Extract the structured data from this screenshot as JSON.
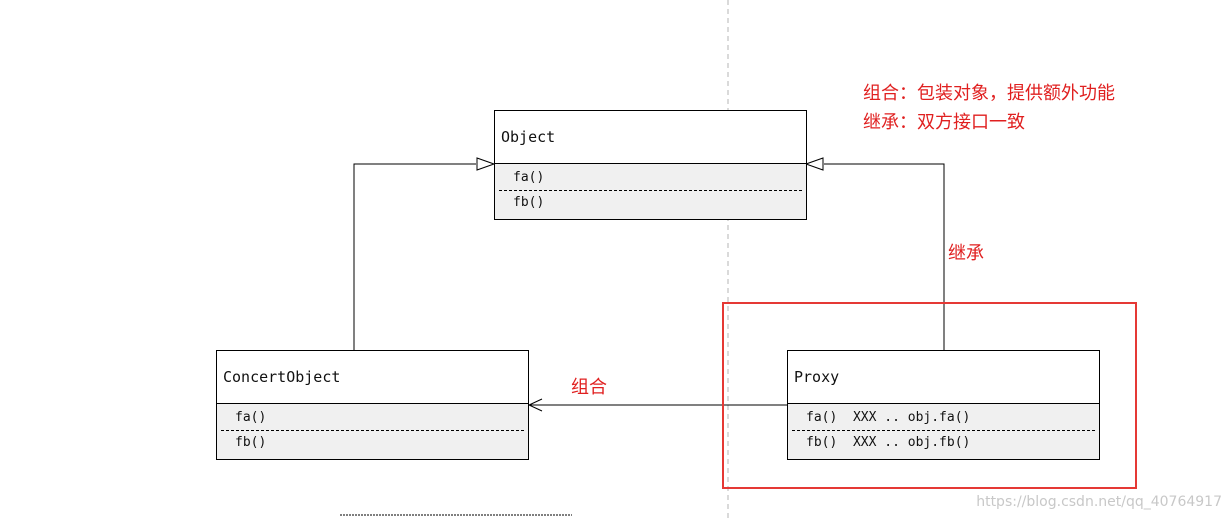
{
  "classes": {
    "object": {
      "name": "Object",
      "methods": [
        "fa()",
        "fb()"
      ]
    },
    "concert": {
      "name": "ConcertObject",
      "methods": [
        "fa()",
        "fb()"
      ]
    },
    "proxy": {
      "name": "Proxy",
      "methods": [
        "fa()  XXX .. obj.fa()",
        "fb()  XXX .. obj.fb()"
      ]
    }
  },
  "notes": {
    "line1": "组合：包装对象，提供额外功能",
    "line2": "继承：双方接口一致"
  },
  "labels": {
    "inherit": "继承",
    "compose": "组合"
  },
  "watermark": "https://blog.csdn.net/qq_40764917",
  "colors": {
    "annotation": "#e02020",
    "highlight_box": "#e53935",
    "method_bg": "#f0f0f0"
  }
}
